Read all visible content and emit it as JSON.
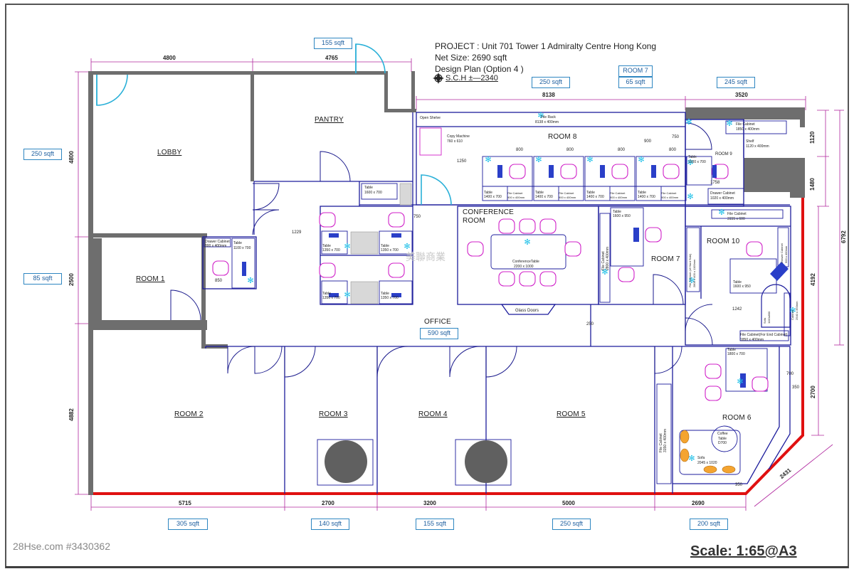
{
  "project": {
    "line1": "PROJECT : Unit 701 Tower 1 Admiralty Centre Hong Kong",
    "line2": "Net Size: 2690 sqft",
    "line3": "Design Plan (Option 4 )",
    "company": "S.C.H ±—2340"
  },
  "scale": "Scale: 1:65@A3",
  "watermark": "28Hse.com #3430362",
  "ghost_watermark": "美聯商業",
  "rooms": {
    "lobby": "LOBBY",
    "pantry": "PANTRY",
    "room1": "ROOM 1",
    "room2": "ROOM 2",
    "room3": "ROOM 3",
    "room4": "ROOM 4",
    "room5": "ROOM 5",
    "room6": "ROOM 6",
    "room7": "ROOM 7",
    "room8": "ROOM 8",
    "room9": "ROOM 9",
    "room10": "ROOM 10",
    "office": "OFFICE",
    "conference_l1": "CONFERENCE",
    "conference_l2": "ROOM"
  },
  "areas": {
    "top_155": "155 sqft",
    "lobby": "250 sqft",
    "room1": "85 sqft",
    "room8": "250 sqft",
    "room7_label": "ROOM 7",
    "room7": "65 sqft",
    "room9": "245 sqft",
    "office": "590 sqft",
    "room2": "305 sqft",
    "room3": "140 sqft",
    "room4": "155 sqft",
    "room5": "250 sqft",
    "room6": "200 sqft"
  },
  "dimensions": {
    "top": [
      "4800",
      "4765",
      "8138",
      "3520"
    ],
    "bottom": [
      "5715",
      "2700",
      "3200",
      "5000",
      "2690"
    ],
    "left": [
      "4800",
      "2500",
      "4882"
    ],
    "right": [
      "1120",
      "1480",
      "6792",
      "4192",
      "2700"
    ],
    "diag": "2431",
    "inner": [
      "1229",
      "800",
      "800",
      "800",
      "800",
      "800",
      "1250",
      "750",
      "750",
      "850",
      "1242",
      "1758",
      "700",
      "350",
      "350",
      "1229",
      "250",
      "900"
    ]
  },
  "furniture": {
    "open_shelve": "Open Shelve",
    "file_rack_l1": "File Rack",
    "file_rack_l2": "8138 x 400mm",
    "copy_l1": "Copy Machine",
    "copy_l2": "760 x 610",
    "file_cab_r9_l1": "File Cabinet",
    "file_cab_r9_l2": "1850 x 400mm",
    "shelf_l1": "Shelf",
    "shelf_l2": "1120 x 400mm",
    "table_r9_l1": "Table",
    "table_r9_l2": "1500 x 700",
    "drawer_r9_l1": "Drawer Cabinet",
    "drawer_r9_l2": "1020 x 400mm",
    "table_1400": "Table\n1400 x 700",
    "file_cab_small": "File Cabinet\n900 x 400mm",
    "table_pantry_l1": "Table",
    "table_pantry_l2": "1600 x 700",
    "drawer_r1_l1": "Drawer Cabinet",
    "drawer_r1_l2": "800 x 400mm",
    "table_r1_l1": "Table",
    "table_r1_l2": "1100 x 700",
    "table_1350": "Table\n1350 x 700",
    "conf_table_l1": "ConferenceTable",
    "conf_table_l2": "2200 x 1000",
    "glass_doors": "Glass Doors",
    "file_cab_conf": "File Cabinet\n2800 x 400mm",
    "table_r7_l1": "Table",
    "table_r7_l2": "1600 x 950",
    "file_cab_r10_top_l1": "File Cabinet",
    "file_cab_r10_top_l2": "3155 x 600",
    "file_cab_r10_left": "File Cabinet (of Hard Side)\n2800 x 400 x 1100mm",
    "drawer_r10": "Drawer Cabinet\n900 x 400mm",
    "table_r10_l1": "Table",
    "table_r10_l2": "1600 x 950",
    "sofa_r10": "Sofa\n1100x800",
    "cabinet_r10": "Cabinet\n2540 x 350mm",
    "file_cab_r10_bottom_l1": "File Cabinet(For End Cabinet)",
    "file_cab_r10_bottom_l2": "1850 x 400mm",
    "table_r6_l1": "Table",
    "table_r6_l2": "1800 x 700",
    "coffee_l1": "Coffee",
    "coffee_l2": "Table",
    "coffee_l3": "D700",
    "sofa_r6_l1": "Sofa",
    "sofa_r6_l2": "2045 x 1020",
    "file_cab_r6": "File Cabinet\n3150 x 400mm"
  },
  "colors": {
    "wall": "#6e6e6e",
    "partition": "#1c1c9c",
    "dimension": "#b0279e",
    "chair": "#d020c8",
    "door": "#1a1a8c",
    "door_cyan": "#2ab0d8",
    "window_line": "#e01010",
    "sqft_border": "#2e86c1",
    "column": "#606060",
    "marker": "#1ec0e8"
  }
}
